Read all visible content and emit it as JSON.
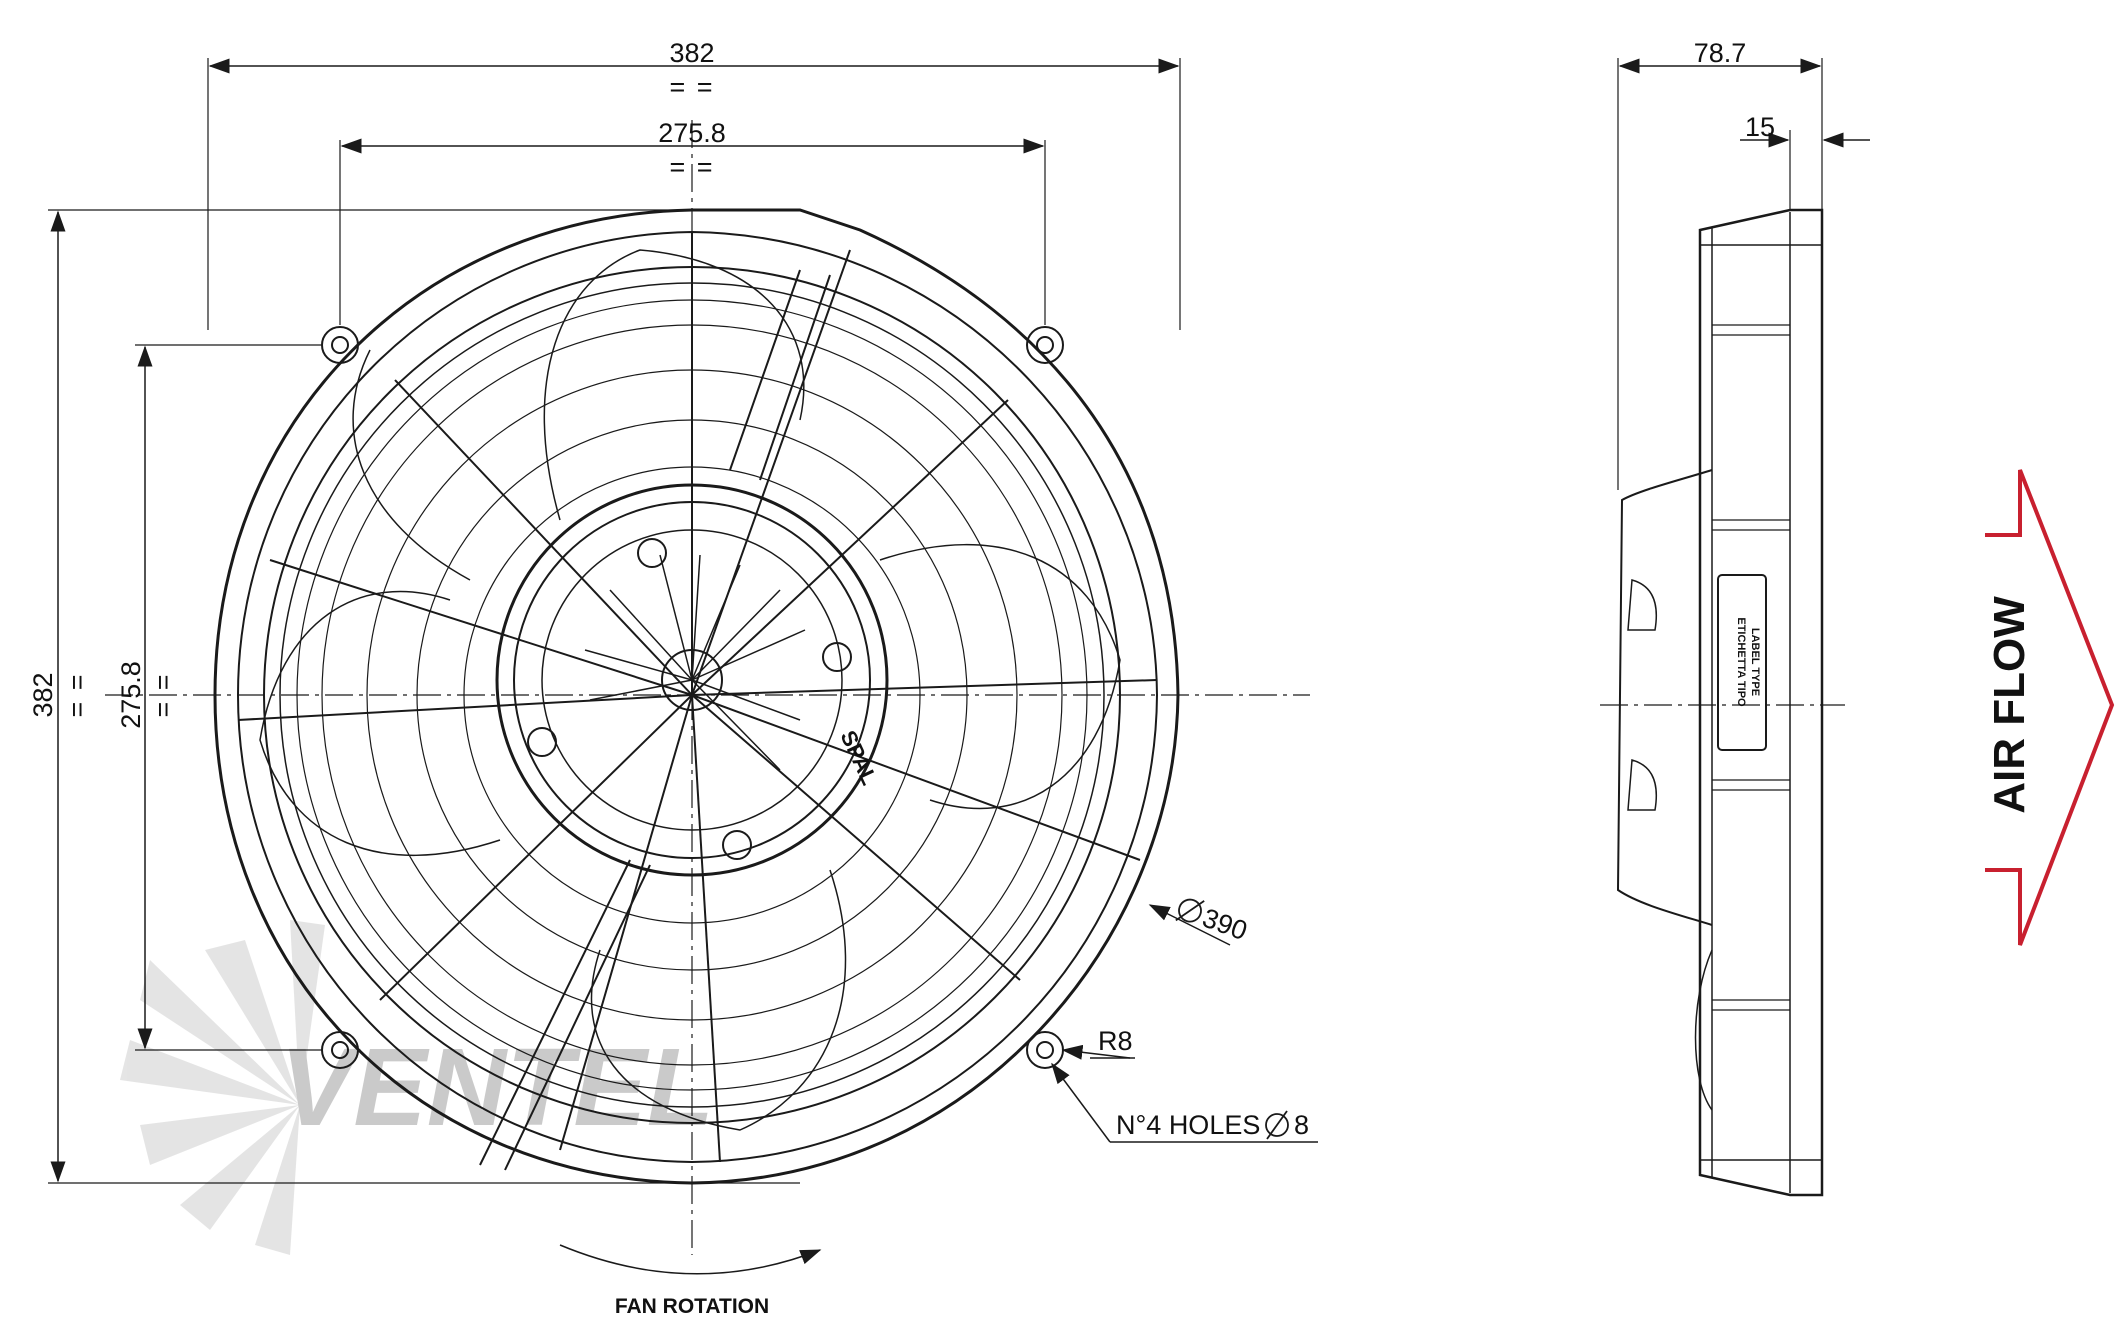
{
  "front_view": {
    "width_overall": "382",
    "width_holes": "275.8",
    "height_overall": "382",
    "height_holes": "275.8",
    "equal_mark": "= =",
    "diameter": "390",
    "radius": "R8",
    "holes": "N°4 HOLES",
    "hole_diameter": "8",
    "rotation_label": "FAN ROTATION",
    "brand_mark": "SPAL"
  },
  "side_view": {
    "depth_overall": "78.7",
    "depth_flange": "15",
    "label_tag_line1": "ETICHETTA TIPO",
    "label_tag_line2": "LABEL TYPE"
  },
  "air_flow": {
    "label": "AIR FLOW",
    "arrow_color": "#c8202f"
  },
  "watermark": {
    "text": "VENTEL"
  }
}
